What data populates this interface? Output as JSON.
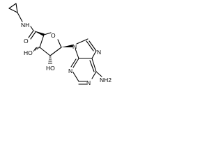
{
  "molecule": {
    "atoms": {
      "amide_nitrogen": "NH",
      "carbonyl_oxygen": "O",
      "ring_oxygen": "O",
      "hydroxyl_left": "HO",
      "hydroxyl_bottom": "HO",
      "n9": "N",
      "n7": "N",
      "n3": "N",
      "n1": "N",
      "amino": "NH2"
    },
    "colors": {
      "bond": "#000000",
      "text": "#000000",
      "background": "#ffffff"
    }
  }
}
